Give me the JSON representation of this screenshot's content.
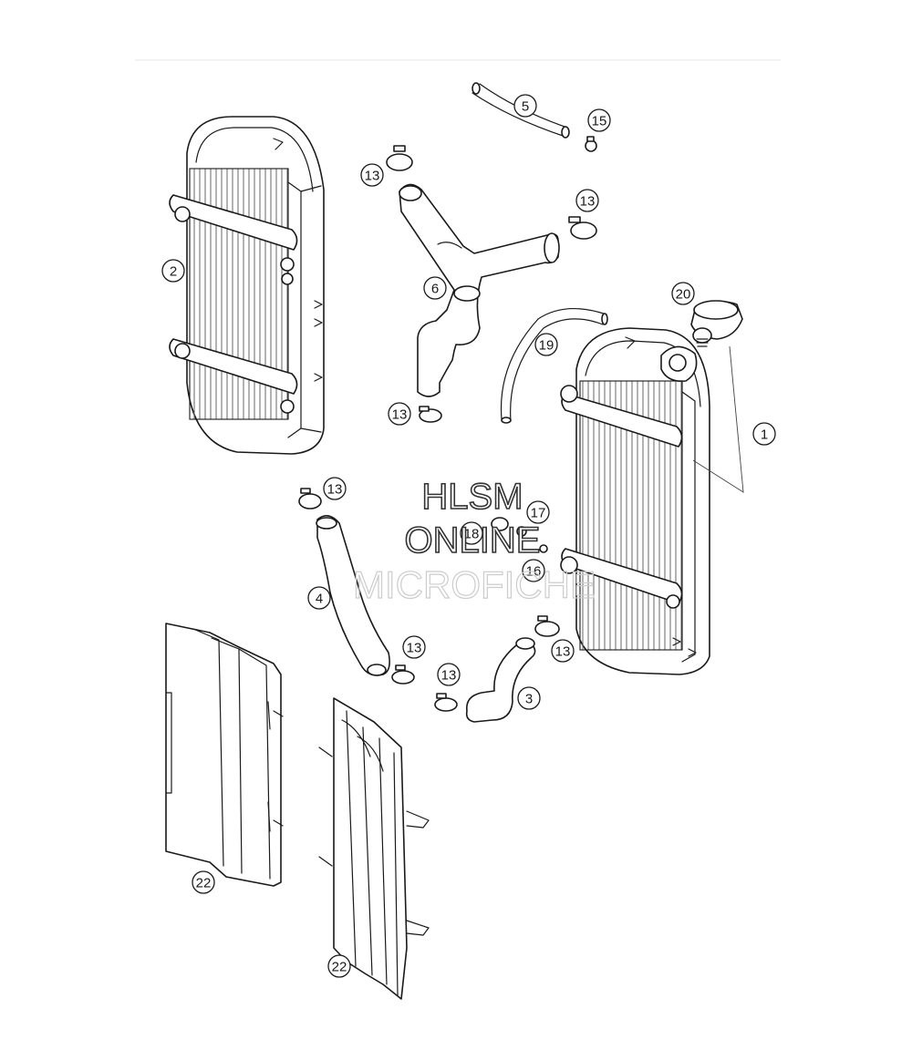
{
  "diagram": {
    "watermark": {
      "line1": "HLSM",
      "line2": "ONLINE",
      "line3": "MICROFICHE"
    },
    "callouts": [
      {
        "id": "1",
        "label": "1"
      },
      {
        "id": "2",
        "label": "2"
      },
      {
        "id": "3",
        "label": "3"
      },
      {
        "id": "4",
        "label": "4"
      },
      {
        "id": "5",
        "label": "5"
      },
      {
        "id": "6",
        "label": "6"
      },
      {
        "id": "13a",
        "label": "13"
      },
      {
        "id": "13b",
        "label": "13"
      },
      {
        "id": "13c",
        "label": "13"
      },
      {
        "id": "13d",
        "label": "13"
      },
      {
        "id": "13e",
        "label": "13"
      },
      {
        "id": "13f",
        "label": "13"
      },
      {
        "id": "13g",
        "label": "13"
      },
      {
        "id": "15",
        "label": "15"
      },
      {
        "id": "16",
        "label": "16"
      },
      {
        "id": "17",
        "label": "17"
      },
      {
        "id": "18",
        "label": "18"
      },
      {
        "id": "19",
        "label": "19"
      },
      {
        "id": "20",
        "label": "20"
      },
      {
        "id": "22a",
        "label": "22"
      },
      {
        "id": "22b",
        "label": "22"
      }
    ]
  }
}
